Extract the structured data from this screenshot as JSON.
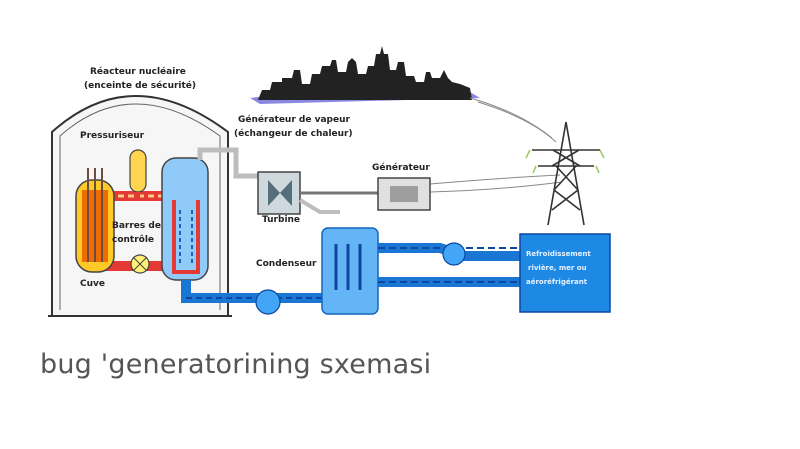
{
  "diagram": {
    "labels": {
      "reactor_line1": "Réacteur nucléaire",
      "reactor_line2": "(enceinte de sécurité)",
      "pressurizer": "Pressuriseur",
      "steam_gen_line1": "Générateur de vapeur",
      "steam_gen_line2": "(échangeur de chaleur)",
      "generator": "Générateur",
      "turbine": "Turbine",
      "rods_line1": "Barres de",
      "rods_line2": "contrôle",
      "vessel": "Cuve",
      "condenser": "Condenseur",
      "cooling_line1": "Refroidissement",
      "cooling_line2": "rivière, mer ou",
      "cooling_line3": "aéroréfrigérant"
    },
    "colors": {
      "hot_loop": "#e53935",
      "cold_loop": "#1e88e5",
      "cooling_water": "#1976d2",
      "core": "#ffb300",
      "city": "#222222"
    }
  },
  "caption": "bug 'generatorining sxemasi"
}
